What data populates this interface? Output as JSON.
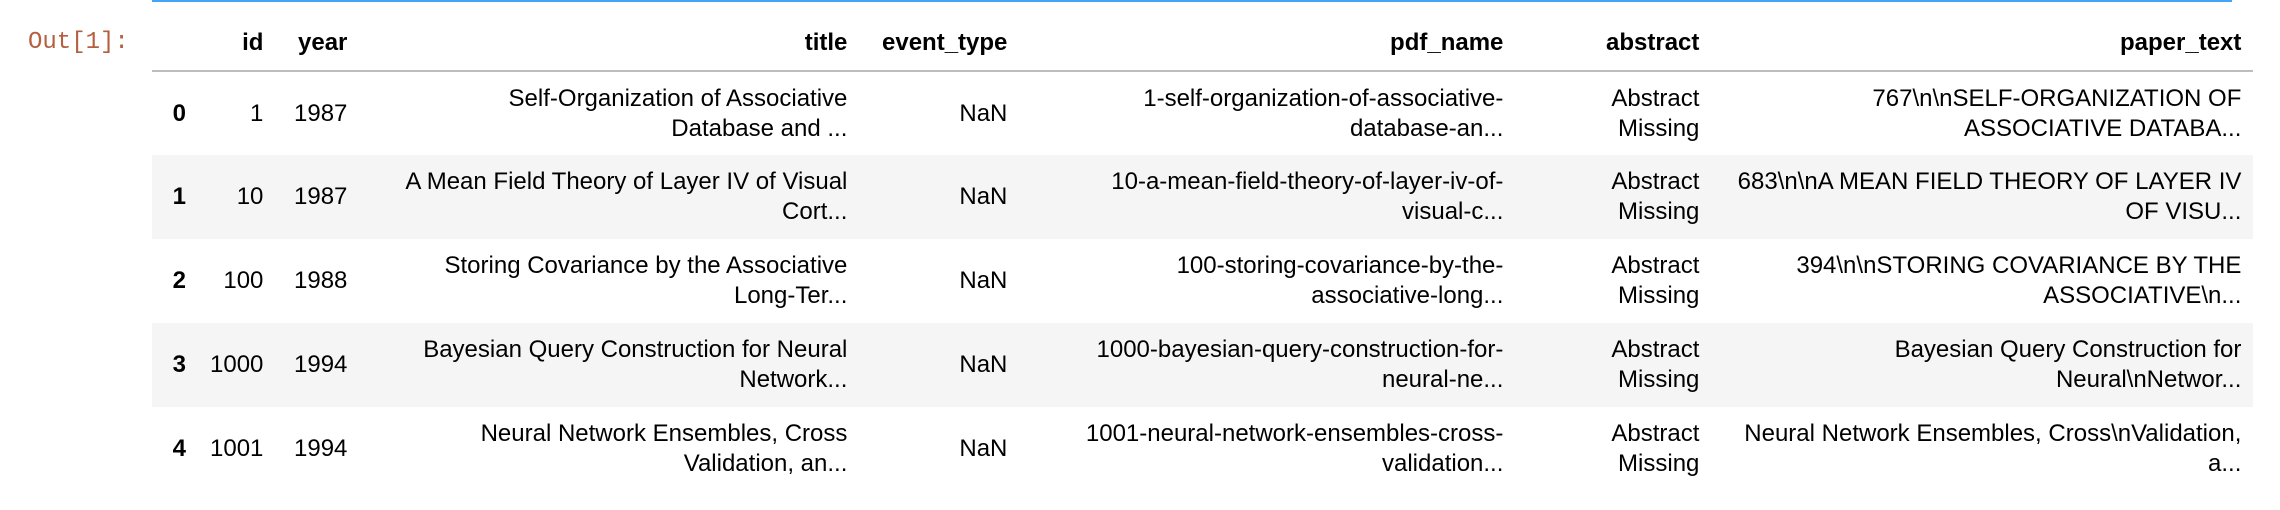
{
  "cell": {
    "prompt": "Out[1]:"
  },
  "table": {
    "columns": [
      "",
      "id",
      "year",
      "title",
      "event_type",
      "pdf_name",
      "abstract",
      "paper_text"
    ],
    "rows": [
      {
        "index": "0",
        "id": "1",
        "year": "1987",
        "title": [
          "Self-Organization of Associative",
          "Database and ..."
        ],
        "event_type": "NaN",
        "pdf_name": [
          "1-self-organization-of-associative-",
          "database-an..."
        ],
        "abstract": [
          "Abstract",
          "Missing"
        ],
        "paper_text": [
          "767\\n\\nSELF-ORGANIZATION OF",
          "ASSOCIATIVE DATABA..."
        ]
      },
      {
        "index": "1",
        "id": "10",
        "year": "1987",
        "title": [
          "A Mean Field Theory of Layer IV of Visual",
          "Cort..."
        ],
        "event_type": "NaN",
        "pdf_name": [
          "10-a-mean-field-theory-of-layer-iv-of-",
          "visual-c..."
        ],
        "abstract": [
          "Abstract",
          "Missing"
        ],
        "paper_text": [
          "683\\n\\nA MEAN FIELD THEORY OF LAYER IV",
          "OF VISU..."
        ]
      },
      {
        "index": "2",
        "id": "100",
        "year": "1988",
        "title": [
          "Storing Covariance by the Associative",
          "Long-Ter..."
        ],
        "event_type": "NaN",
        "pdf_name": [
          "100-storing-covariance-by-the-",
          "associative-long..."
        ],
        "abstract": [
          "Abstract",
          "Missing"
        ],
        "paper_text": [
          "394\\n\\nSTORING COVARIANCE BY THE",
          "ASSOCIATIVE\\n..."
        ]
      },
      {
        "index": "3",
        "id": "1000",
        "year": "1994",
        "title": [
          "Bayesian Query Construction for Neural",
          "Network..."
        ],
        "event_type": "NaN",
        "pdf_name": [
          "1000-bayesian-query-construction-for-",
          "neural-ne..."
        ],
        "abstract": [
          "Abstract",
          "Missing"
        ],
        "paper_text": [
          "Bayesian Query Construction for",
          "Neural\\nNetwor..."
        ]
      },
      {
        "index": "4",
        "id": "1001",
        "year": "1994",
        "title": [
          "Neural Network Ensembles, Cross",
          "Validation, an..."
        ],
        "event_type": "NaN",
        "pdf_name": [
          "1001-neural-network-ensembles-cross-",
          "validation..."
        ],
        "abstract": [
          "Abstract",
          "Missing"
        ],
        "paper_text": [
          "Neural Network Ensembles, Cross\\nValidation,",
          "a..."
        ]
      }
    ]
  }
}
